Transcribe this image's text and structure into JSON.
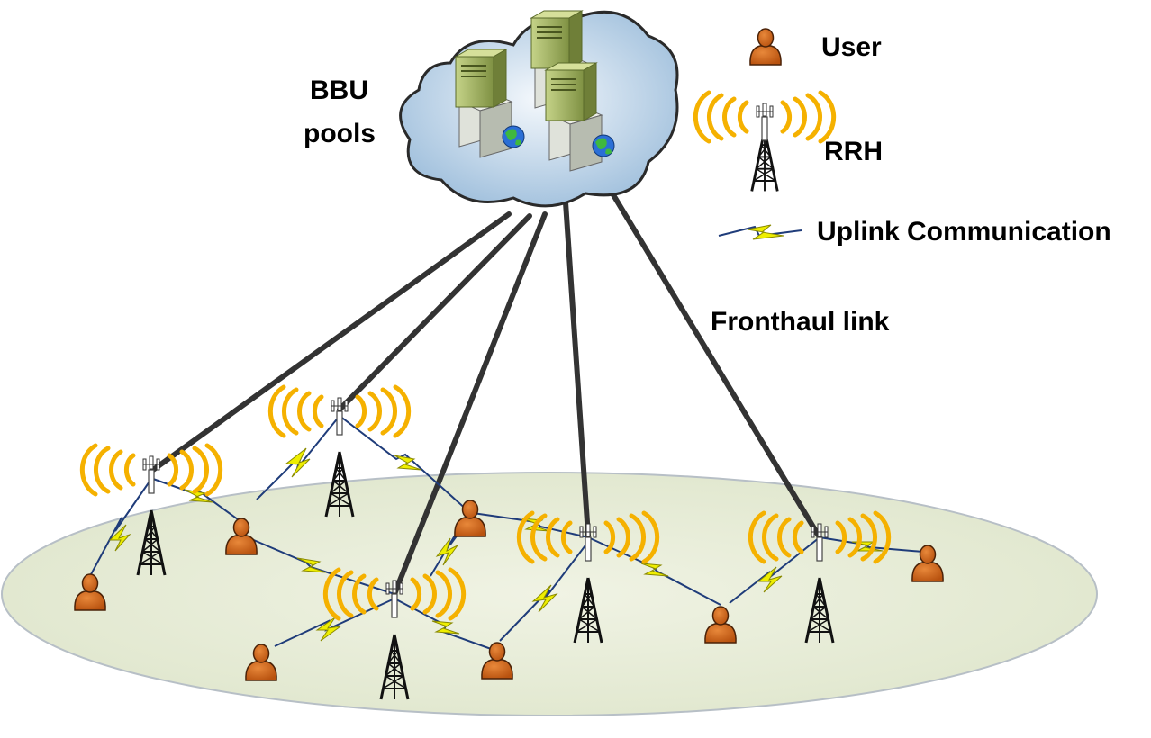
{
  "labels": {
    "bbu_line1": "BBU",
    "bbu_line2": "pools",
    "fronthaul": "Fronthaul link"
  },
  "legend": {
    "user": "User",
    "rrh": "RRH",
    "uplink": "Uplink Communication"
  },
  "icons": {
    "user": "user-icon",
    "rrh": "rrh-tower-icon",
    "server": "server-icon",
    "globe": "globe-icon",
    "cloud": "cloud-icon",
    "uplink": "lightning-link-icon"
  },
  "colors": {
    "user_body": "#d2691e",
    "user_outline": "#5a2a0a",
    "signal_waves": "#f5b100",
    "fronthaul": "#333333",
    "uplink_line": "#1f3c7a",
    "uplink_bolt": "#e6e600",
    "ground": "#e8eed9",
    "cloud": "#c9dcec",
    "server": "#a8b86a"
  }
}
